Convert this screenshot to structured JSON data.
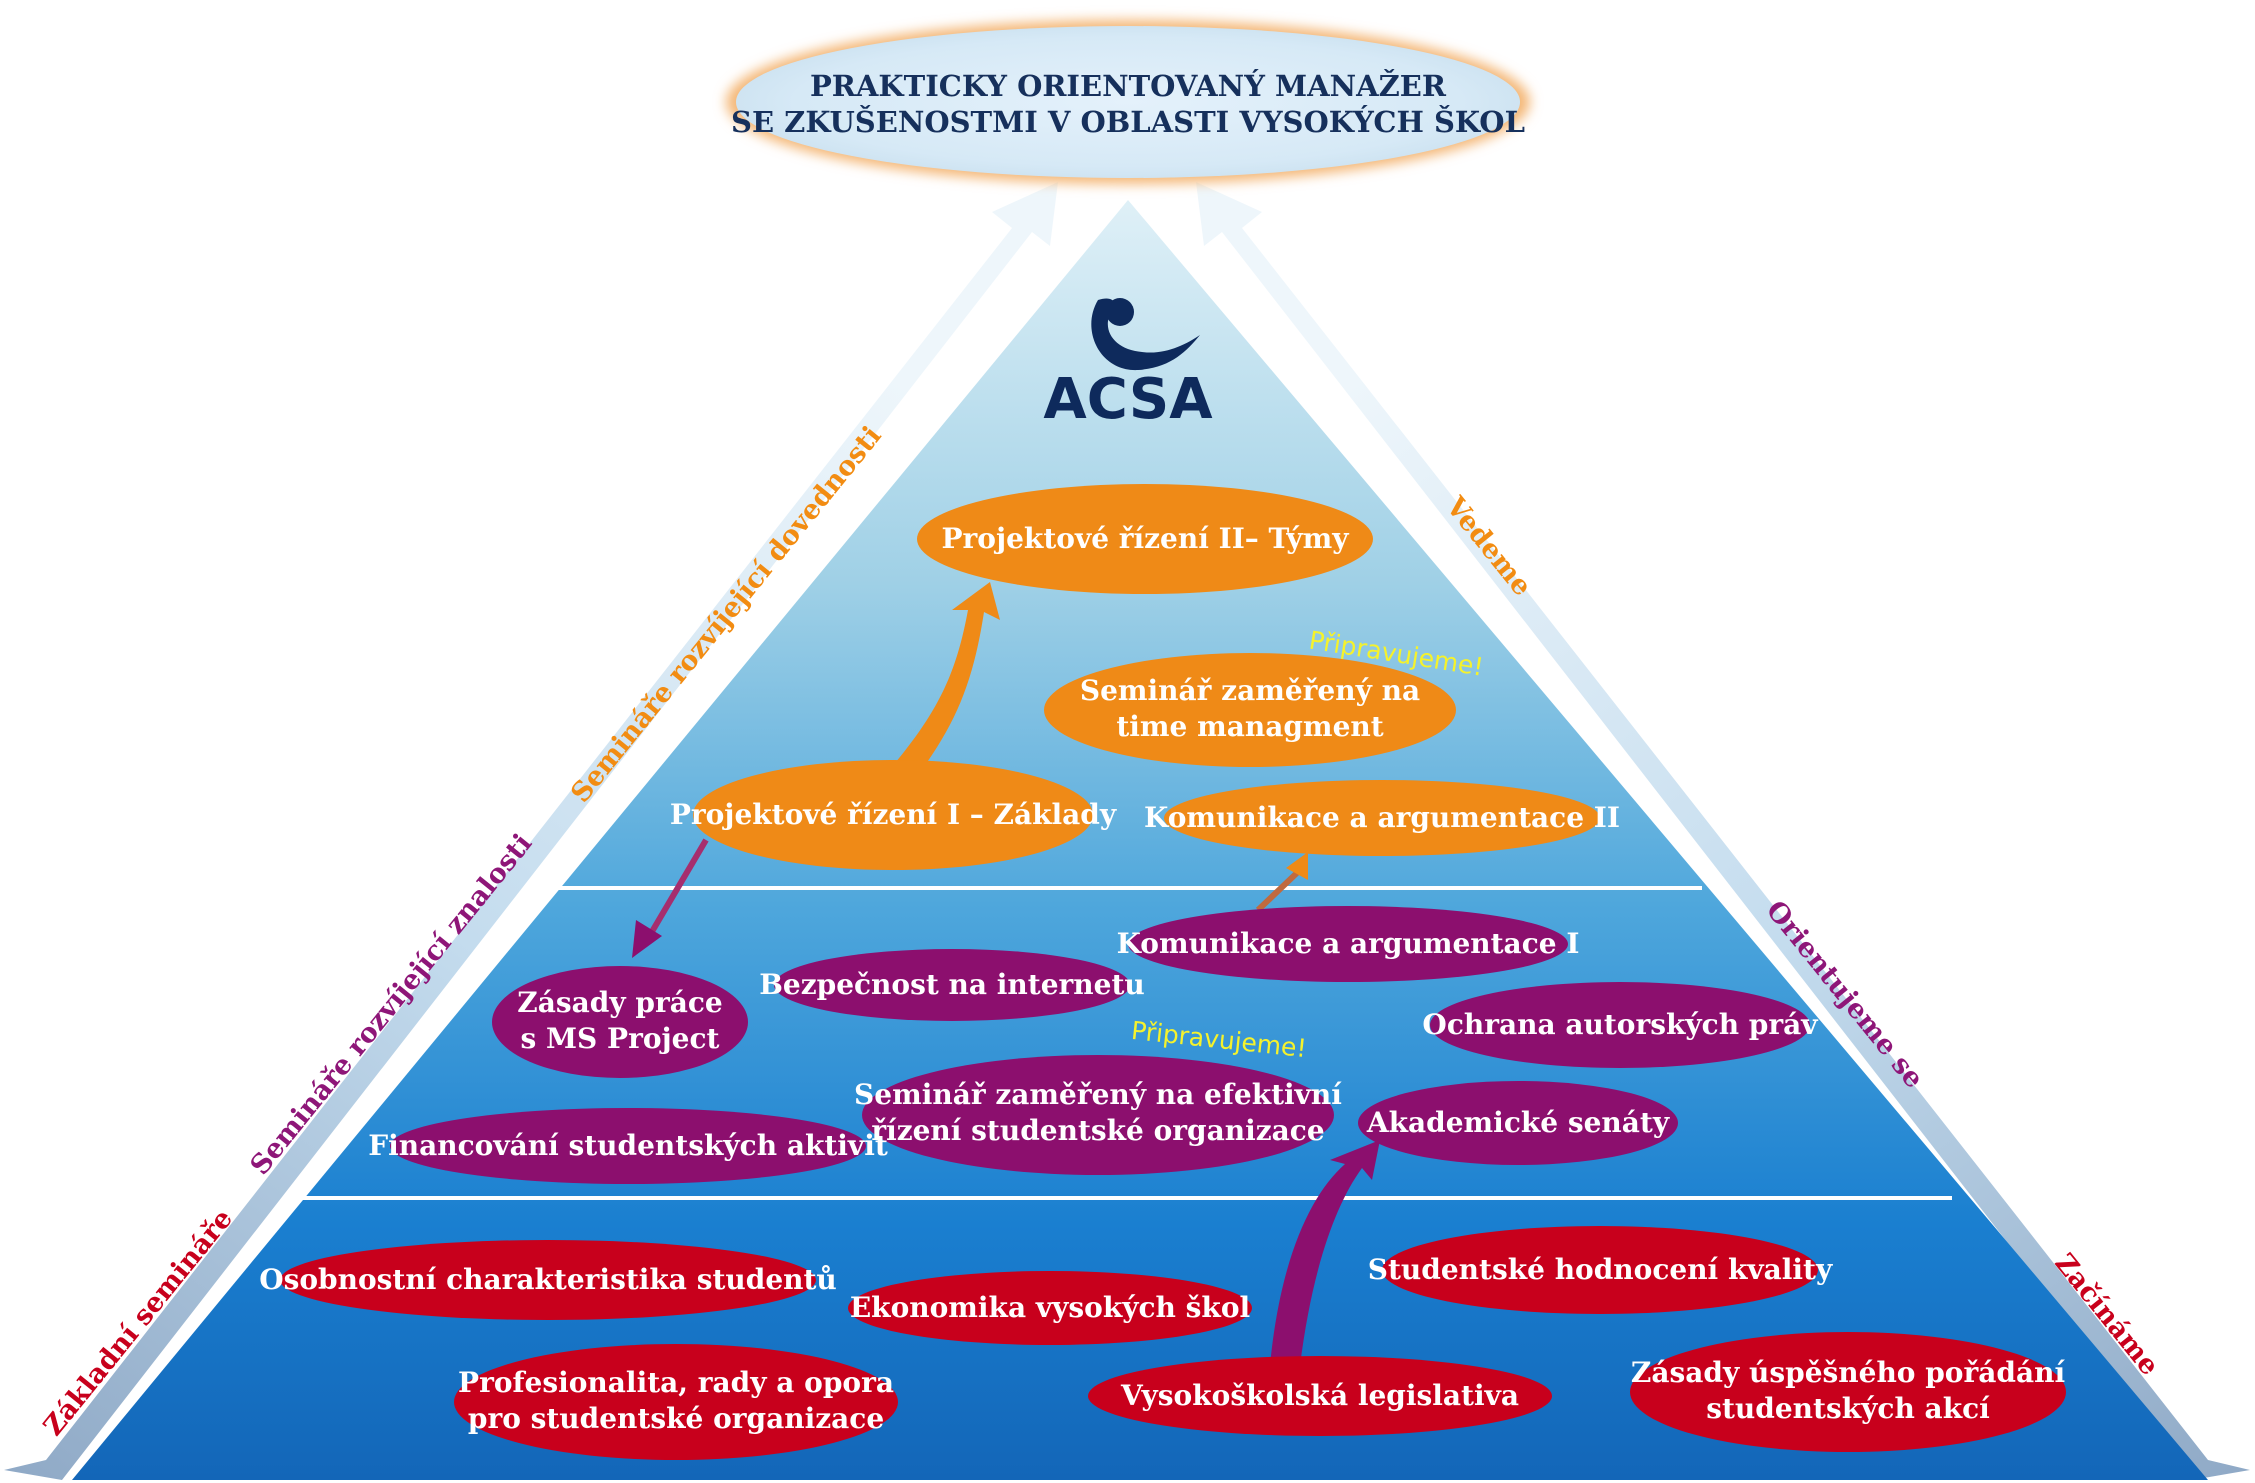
{
  "goal": {
    "line1": "PRAKTICKY ORIENTOVANÝ MANAŽER",
    "line2": "SE ZKUŠENOSTMI V OBLASTI VYSOKÝCH ŠKOL"
  },
  "logo": {
    "text": "ACSA"
  },
  "left_labels": {
    "top": "Semináře rozvíjející dovednosti",
    "middle": "Semináře rozvíjející znalosti",
    "bottom": "Základní semináře"
  },
  "right_labels": {
    "top": "Vedeme",
    "middle": "Orientujeme se",
    "bottom": "Začínáme"
  },
  "tags": {
    "preparing_top": "Připravujeme!",
    "preparing_middle": "Připravujeme!"
  },
  "top_level": {
    "pm2": "Projektové řízení II– Týmy",
    "time_1": "Seminář zaměřený na",
    "time_2": "time managment",
    "pm1": "Projektové řízení I – Základy",
    "komunikace2": "Komunikace a argumentace II"
  },
  "middle_level": {
    "komunikace1": "Komunikace a argumentace I",
    "bezpecnost": "Bezpečnost na internetu",
    "msproject_1": "Zásady práce",
    "msproject_2": "s MS Project",
    "autorska": "Ochrana autorských práv",
    "efektivni_1": "Seminář zaměřený na efektivní",
    "efektivni_2": "řízení studentské organizace",
    "senaty": "Akademické senáty",
    "financovani": "Financování studentských aktivit"
  },
  "bottom_level": {
    "osobnostni": "Osobnostní charakteristika studentů",
    "hodnoceni": "Studentské hodnocení kvality",
    "ekonomika": "Ekonomika vysokých škol",
    "profesionalita_1": "Profesionalita, rady a opora",
    "profesionalita_2": "pro studentské organizace",
    "legislativa": "Vysokoškolská legislativa",
    "akce_1": "Zásady úspěšného pořádání",
    "akce_2": "studentských akcí"
  },
  "colors": {
    "orange": "#ef8a17",
    "purple": "#8c0f6e",
    "red": "#c8001c",
    "navy": "#0e2a5c"
  }
}
